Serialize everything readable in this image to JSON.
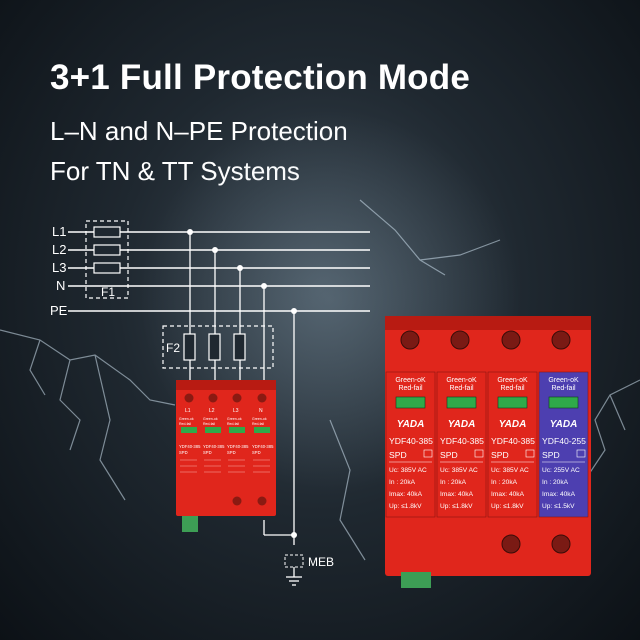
{
  "header": {
    "title": "3+1 Full Protection Mode",
    "subtitle_line1": "L–N and N–PE Protection",
    "subtitle_line2": "For TN & TT Systems"
  },
  "diagram": {
    "line_labels": [
      "L1",
      "L2",
      "L3",
      "N",
      "PE"
    ],
    "fuse1_label": "F1",
    "fuse2_label": "F2",
    "meb_label": "MEB",
    "small_spd": {
      "pole_labels": [
        "L1",
        "L2",
        "L3",
        "N"
      ],
      "status_lines": [
        "Green-ok",
        "Red-fail"
      ],
      "model_lines": [
        "YDF40-385",
        "SPD"
      ]
    }
  },
  "product": {
    "brand": "YADA",
    "modules": [
      {
        "status_ok": "Green-oK",
        "status_fail": "Red-fail",
        "model": "YDF40-385",
        "type": "SPD",
        "uc": "Uc: 385V AC",
        "in": "In : 20kA",
        "imax": "Imax: 40kA",
        "up": "Up: ≤1.8kV",
        "color": "#e0261c"
      },
      {
        "status_ok": "Green-oK",
        "status_fail": "Red-fail",
        "model": "YDF40-385",
        "type": "SPD",
        "uc": "Uc: 385V AC",
        "in": "In : 20kA",
        "imax": "Imax: 40kA",
        "up": "Up: ≤1.8kV",
        "color": "#e0261c"
      },
      {
        "status_ok": "Green-oK",
        "status_fail": "Red-fail",
        "model": "YDF40-385",
        "type": "SPD",
        "uc": "Uc: 385V AC",
        "in": "In : 20kA",
        "imax": "Imax: 40kA",
        "up": "Up: ≤1.8kV",
        "color": "#e0261c"
      },
      {
        "status_ok": "Green-oK",
        "status_fail": "Red-fail",
        "model": "YDF40-255",
        "type": "SPD",
        "uc": "Uc: 255V AC",
        "in": "In : 20kA",
        "imax": "Imax: 40kA",
        "up": "Up: ≤1.5kV",
        "color": "#4d3fb0"
      }
    ]
  },
  "colors": {
    "spd_red": "#e0261c",
    "spd_purple": "#4d3fb0",
    "wire": "#ffffff"
  }
}
